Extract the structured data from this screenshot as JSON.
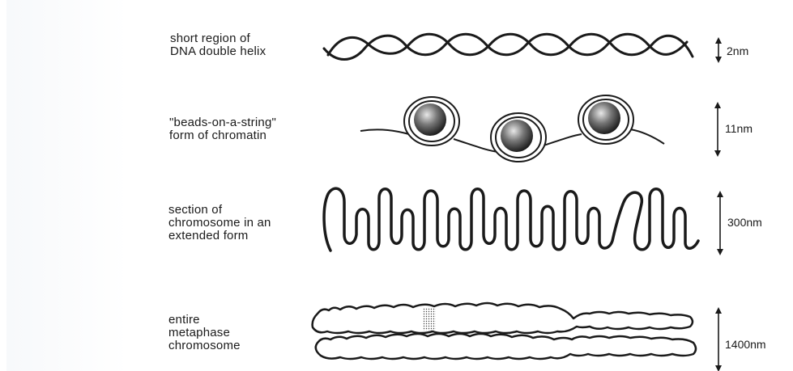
{
  "rows": [
    {
      "label": "short region of\nDNA double helix",
      "scale": "2nm"
    },
    {
      "label": "\"beads-on-a-string\"\nform of chromatin",
      "scale": "11nm"
    },
    {
      "label": "section of\nchromosome in an\nextended form",
      "scale": "300nm"
    },
    {
      "label": "entire\nmetaphase\nchromosome",
      "scale": "1400nm"
    }
  ],
  "colors": {
    "ink": "#1a1a1a",
    "background": "#ffffff"
  }
}
